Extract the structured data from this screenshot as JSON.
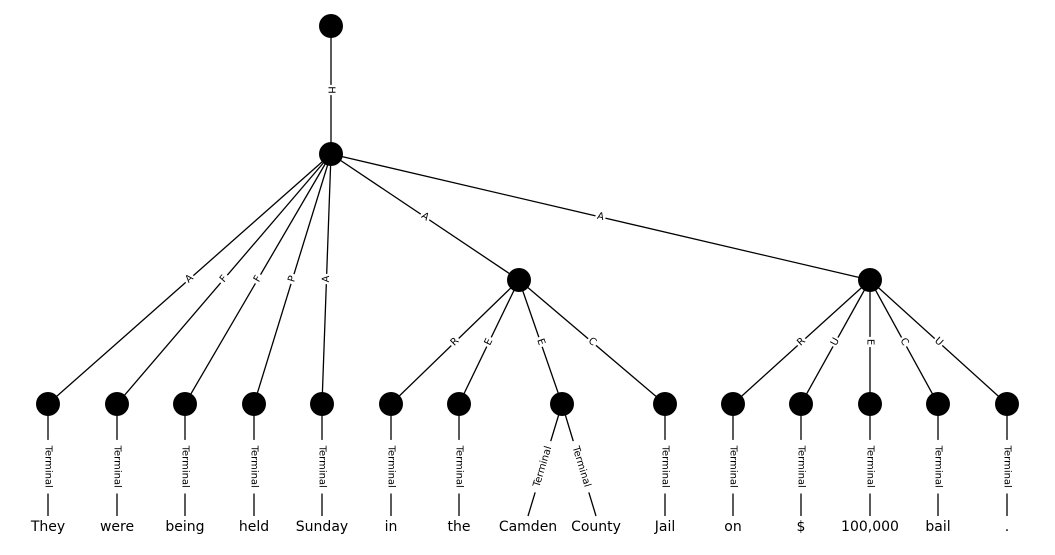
{
  "tree": {
    "nodes": [
      {
        "id": "root"
      },
      {
        "id": "h"
      },
      {
        "id": "a_mid"
      },
      {
        "id": "a_right"
      },
      {
        "id": "they"
      },
      {
        "id": "were"
      },
      {
        "id": "being"
      },
      {
        "id": "held"
      },
      {
        "id": "sunday"
      },
      {
        "id": "in"
      },
      {
        "id": "the"
      },
      {
        "id": "camden_county"
      },
      {
        "id": "jail"
      },
      {
        "id": "on"
      },
      {
        "id": "dollar"
      },
      {
        "id": "num"
      },
      {
        "id": "bail"
      },
      {
        "id": "period"
      }
    ],
    "edges": [
      {
        "from": "root",
        "to": "h",
        "label": "H"
      },
      {
        "from": "h",
        "to": "they",
        "label": "A"
      },
      {
        "from": "h",
        "to": "were",
        "label": "F"
      },
      {
        "from": "h",
        "to": "being",
        "label": "F"
      },
      {
        "from": "h",
        "to": "held",
        "label": "P"
      },
      {
        "from": "h",
        "to": "sunday",
        "label": "A"
      },
      {
        "from": "h",
        "to": "a_mid",
        "label": "A"
      },
      {
        "from": "h",
        "to": "a_right",
        "label": "A"
      },
      {
        "from": "a_mid",
        "to": "in",
        "label": "R"
      },
      {
        "from": "a_mid",
        "to": "the",
        "label": "E"
      },
      {
        "from": "a_mid",
        "to": "camden_county",
        "label": "E"
      },
      {
        "from": "a_mid",
        "to": "jail",
        "label": "C"
      },
      {
        "from": "a_right",
        "to": "on",
        "label": "R"
      },
      {
        "from": "a_right",
        "to": "dollar",
        "label": "U"
      },
      {
        "from": "a_right",
        "to": "num",
        "label": "E"
      },
      {
        "from": "a_right",
        "to": "bail",
        "label": "C"
      },
      {
        "from": "a_right",
        "to": "period",
        "label": "U"
      }
    ],
    "terminals": [
      {
        "node": "they",
        "word": "They",
        "label": "Terminal"
      },
      {
        "node": "were",
        "word": "were",
        "label": "Terminal"
      },
      {
        "node": "being",
        "word": "being",
        "label": "Terminal"
      },
      {
        "node": "held",
        "word": "held",
        "label": "Terminal"
      },
      {
        "node": "sunday",
        "word": "Sunday",
        "label": "Terminal"
      },
      {
        "node": "in",
        "word": "in",
        "label": "Terminal"
      },
      {
        "node": "the",
        "word": "the",
        "label": "Terminal"
      },
      {
        "node": "camden_county",
        "word": "Camden",
        "label": "Terminal"
      },
      {
        "node": "camden_county",
        "word": "County",
        "label": "Terminal"
      },
      {
        "node": "jail",
        "word": "Jail",
        "label": "Terminal"
      },
      {
        "node": "on",
        "word": "on",
        "label": "Terminal"
      },
      {
        "node": "dollar",
        "word": "$",
        "label": "Terminal"
      },
      {
        "node": "num",
        "word": "100,000",
        "label": "Terminal"
      },
      {
        "node": "bail",
        "word": "bail",
        "label": "Terminal"
      },
      {
        "node": "period",
        "word": ".",
        "label": "Terminal"
      }
    ]
  }
}
